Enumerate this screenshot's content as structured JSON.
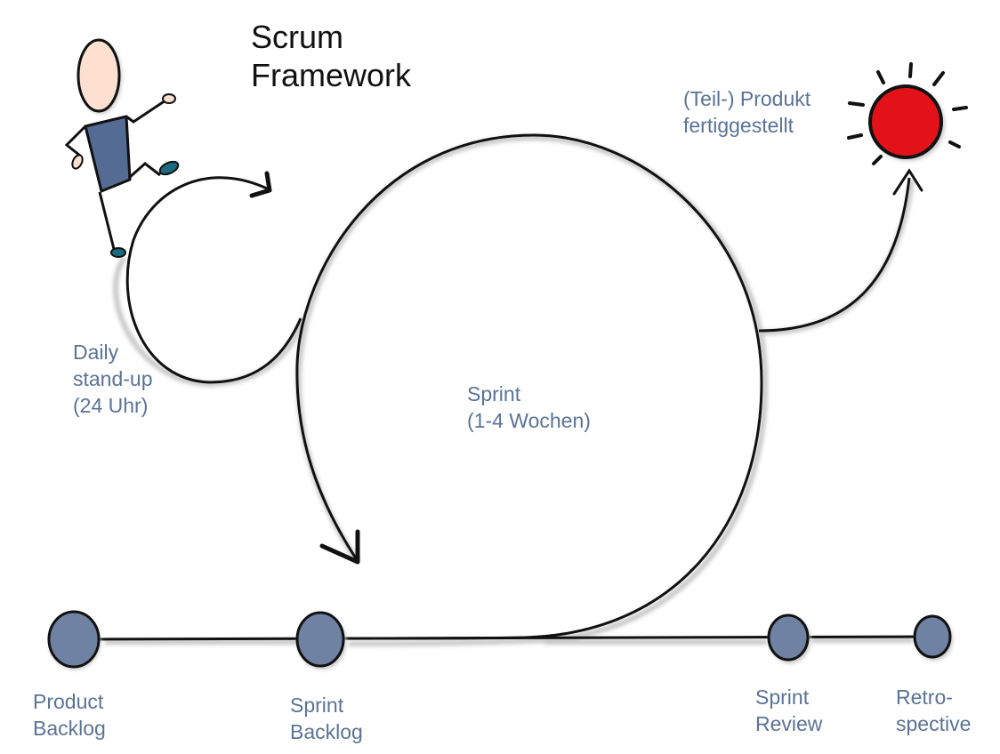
{
  "title": {
    "line1": "Scrum",
    "line2": "Framework"
  },
  "colors": {
    "label": "#5a7396",
    "node_fill": "#6f82a4",
    "sun_fill": "#e31219",
    "shirt": "#546c94",
    "skin": "#fde0cf",
    "shoe": "#1b6b80",
    "line": "#111111",
    "shadow": "#c8c8c8"
  },
  "labels": {
    "daily": {
      "line1": "Daily",
      "line2": "stand-up",
      "line3": "(24 Uhr)"
    },
    "sprint": {
      "line1": "Sprint",
      "line2": "(1-4 Wochen)"
    },
    "product": {
      "line1": "(Teil-) Produkt",
      "line2": "fertiggestellt"
    }
  },
  "nodes": [
    {
      "id": "product-backlog",
      "line1": "Product",
      "line2": "Backlog"
    },
    {
      "id": "sprint-backlog",
      "line1": "Sprint",
      "line2": "Backlog"
    },
    {
      "id": "sprint-review",
      "line1": "Sprint",
      "line2": "Review"
    },
    {
      "id": "retrospective",
      "line1": "Retro-",
      "line2": "spective"
    }
  ]
}
